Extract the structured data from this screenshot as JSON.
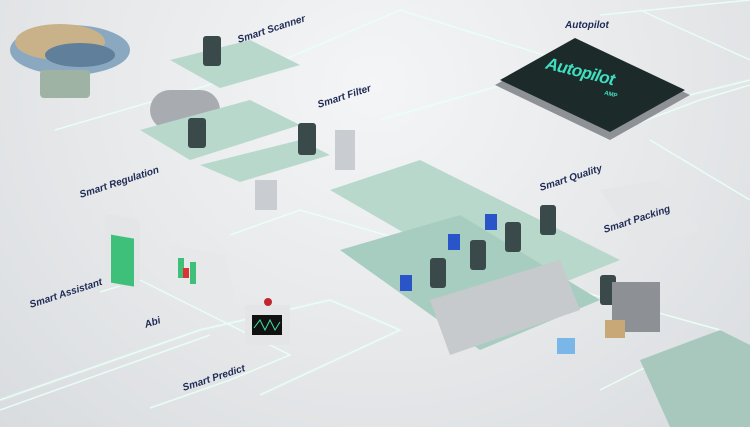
{
  "labels": {
    "smart_scanner": "Smart Scanner",
    "autopilot": "Autopilot",
    "smart_filter": "Smart Filter",
    "smart_regulation": "Smart Regulation",
    "smart_quality": "Smart Quality",
    "smart_packing": "Smart Packing",
    "smart_assistant": "Smart Assistant",
    "abi": "Abi",
    "smart_predict": "Smart Predict"
  },
  "chip": {
    "logo": "Autopilot",
    "sub": "AMP"
  },
  "colors": {
    "glow": "#7af5c8",
    "label": "#1f2a55",
    "machine": "#b9d8cc",
    "chip": "#1c2a2a"
  }
}
